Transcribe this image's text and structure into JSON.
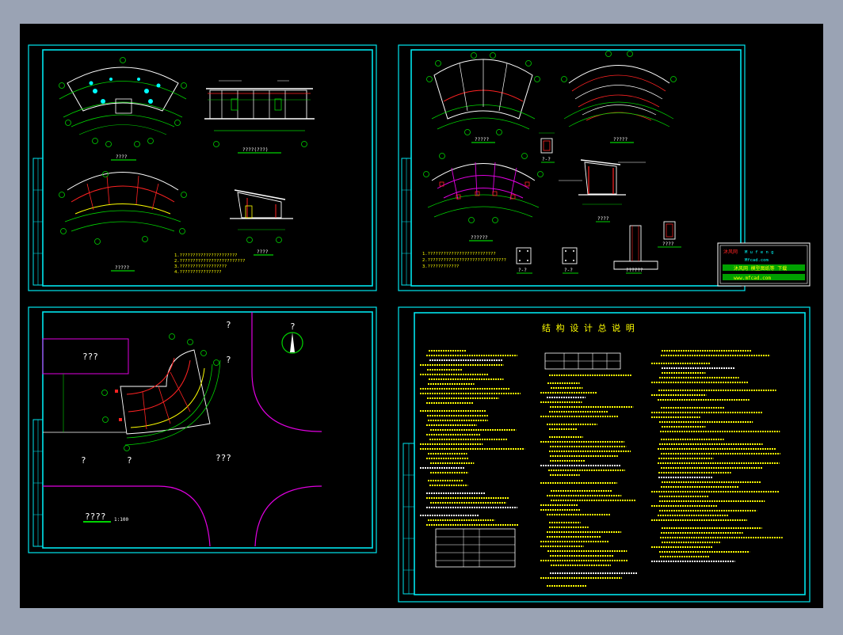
{
  "colors": {
    "frame": "#00e5ee",
    "outer": "#9aa3b4",
    "bg": "#000000",
    "white": "#ffffff",
    "green": "#00d400",
    "red": "#ff2222",
    "yellow": "#ffff00",
    "magenta": "#e000e0",
    "cyan": "#00ffff"
  },
  "sheet1": {
    "plan_title": "????",
    "elev_title": "????(???)",
    "roof_title": "?????",
    "section_title": "????",
    "notes": [
      "1.??????????????????????",
      "2.?????????????????????????",
      "3.??????????????????",
      "4.????????????????"
    ]
  },
  "sheet2": {
    "titles": [
      "?????",
      "?????",
      "?????",
      "?-?",
      "????",
      "?????",
      "??????",
      "?????",
      "??????",
      "?-?"
    ],
    "notes": [
      "1.??????????????????????????",
      "2.??????????????????????????????",
      "3.????????????"
    ],
    "stamp": {
      "logo": "沐风网",
      "line1": "M u f e n g",
      "line2": "Mfcad.com",
      "line3": "沐风网 模型图纸等 下载",
      "line4": "www.mfcad.com"
    }
  },
  "sheet3": {
    "labels": [
      "???",
      "?",
      "?",
      "?",
      "?",
      "???"
    ],
    "site_title": "????",
    "scale": "1:100"
  },
  "sheet4": {
    "title": "结 构 设 计 总 说 明"
  }
}
